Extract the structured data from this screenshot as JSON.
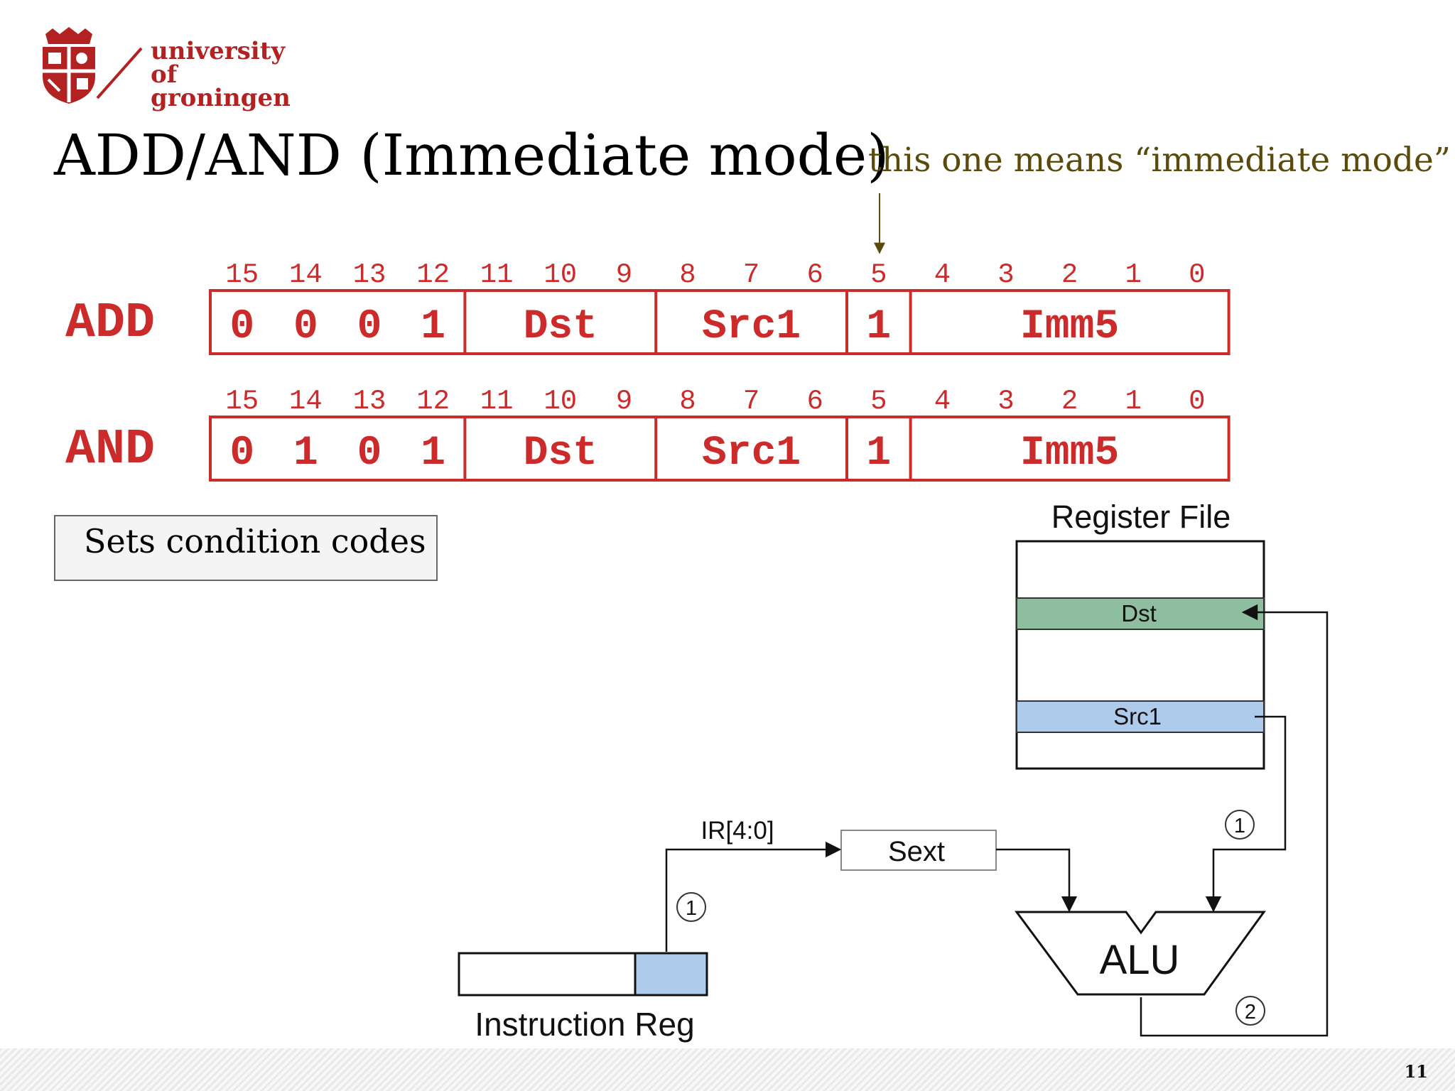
{
  "header": {
    "logo_line1": "university of",
    "logo_line2": "groningen"
  },
  "slide": {
    "title": "ADD/AND (Immediate mode)",
    "annotation": "this one means “immediate mode”",
    "condition_box": "Sets condition codes",
    "page_number": "11"
  },
  "encoding": {
    "bit_numbers": [
      "15",
      "14",
      "13",
      "12",
      "11",
      "10",
      "9",
      "8",
      "7",
      "6",
      "5",
      "4",
      "3",
      "2",
      "1",
      "0"
    ],
    "instructions": [
      {
        "name": "ADD",
        "opcode": [
          "0",
          "0",
          "0",
          "1"
        ],
        "dst": "Dst",
        "src1": "Src1",
        "mode": "1",
        "imm": "Imm5"
      },
      {
        "name": "AND",
        "opcode": [
          "0",
          "1",
          "0",
          "1"
        ],
        "dst": "Dst",
        "src1": "Src1",
        "mode": "1",
        "imm": "Imm5"
      }
    ]
  },
  "datapath": {
    "register_file_label": "Register File",
    "dst_label": "Dst",
    "src1_label": "Src1",
    "ir_bits_label": "IR[4:0]",
    "sext_label": "Sext",
    "alu_label": "ALU",
    "instruction_reg_label": "Instruction Reg",
    "steps": [
      "1",
      "1",
      "2"
    ]
  },
  "colors": {
    "encoding_red": "#cc2b2b",
    "dst_green": "#8fbd9f",
    "src1_blue": "#aecbec",
    "annotation_brown": "#5a4a0c",
    "brand_red": "#b22222"
  }
}
